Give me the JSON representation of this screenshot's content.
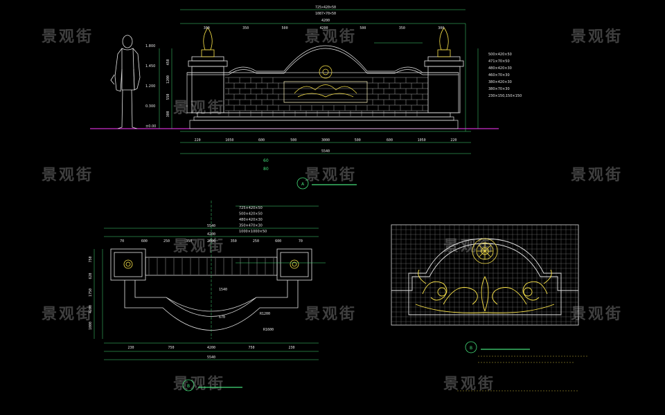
{
  "watermark": {
    "text": "景观街"
  },
  "colors": {
    "background": "#000000",
    "structure": "#e8e8e8",
    "detail": "#ffe84a",
    "dimension": "#45e07b",
    "accent": "#ff3aff",
    "pale": "#fff7c2"
  },
  "elevation": {
    "title_text": "",
    "marker": "A",
    "top_dims": [
      "725×420×50",
      "1087×70×50"
    ],
    "row_dims": [
      "300",
      "350",
      "500",
      "4200",
      "500",
      "350",
      "300"
    ],
    "overall_top": "4200",
    "callouts_right": [
      "500×420×50",
      "471×70×50",
      "480×420×30",
      "460×70×30",
      "380×420×30",
      "380×70×30",
      "230×150,150×150"
    ],
    "levels": [
      "1.800",
      "1.450",
      "1.200",
      "0.300",
      "±0.00"
    ],
    "left_dims": [
      "450",
      "1200",
      "550",
      "300"
    ],
    "bottom_dims_1": [
      "220",
      "1050",
      "600",
      "500",
      "3000",
      "500",
      "600",
      "1050",
      "220"
    ],
    "bottom_dims_2": [
      "5540"
    ],
    "bottom_notes": [
      "60 ",
      "80 "
    ]
  },
  "plan": {
    "title_text": "",
    "marker": "B",
    "top_dims": [
      "5540",
      "4200"
    ],
    "top_row": [
      "70",
      "600",
      "250",
      "350",
      "2000",
      "350",
      "250",
      "600",
      "70"
    ],
    "callouts": [
      "725×420×50",
      "500×420×50",
      "480×420×30",
      "350×470×30",
      "1000×1000×50"
    ],
    "left_dims": [
      "750",
      "620",
      "1750",
      "4200",
      "1000"
    ],
    "center_dims": [
      "1540",
      "670"
    ],
    "radius": [
      "R1200",
      "R1600"
    ],
    "bottom_row": [
      "230",
      "750",
      "4200",
      "750",
      "230"
    ],
    "bottom_total": "5540"
  },
  "detail": {
    "title_text": "",
    "marker": "B",
    "notes": []
  }
}
